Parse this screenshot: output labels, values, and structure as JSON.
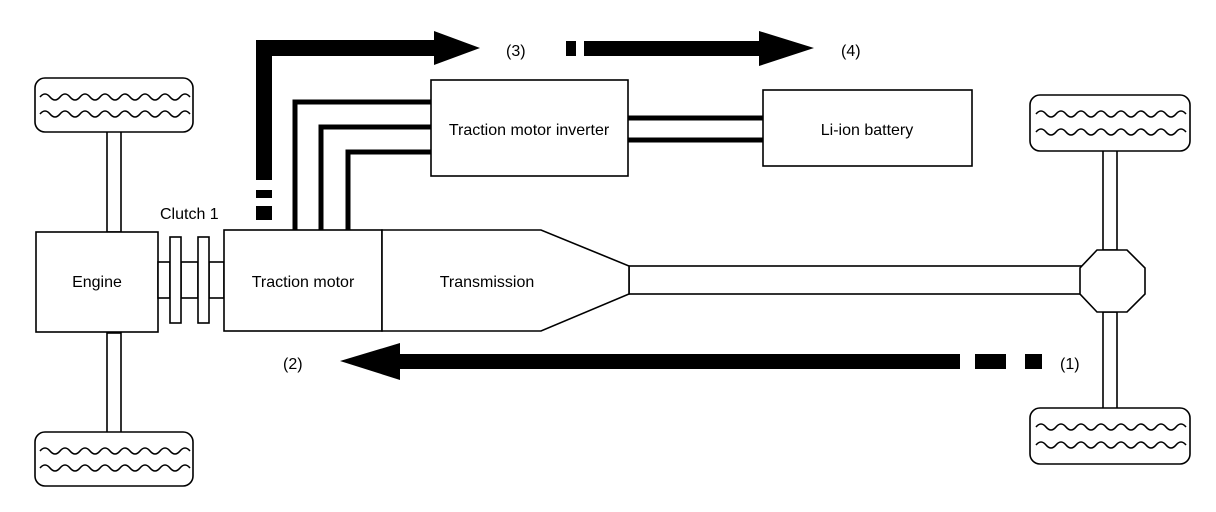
{
  "components": {
    "engine": "Engine",
    "clutch": "Clutch 1",
    "traction_motor": "Traction motor",
    "transmission": "Transmission",
    "inverter": "Traction motor inverter",
    "battery": "Li-ion battery"
  },
  "flow_markers": {
    "m1": "(1)",
    "m2": "(2)",
    "m3": "(3)",
    "m4": "(4)"
  },
  "colors": {
    "stroke": "#000000",
    "fill": "#ffffff"
  }
}
